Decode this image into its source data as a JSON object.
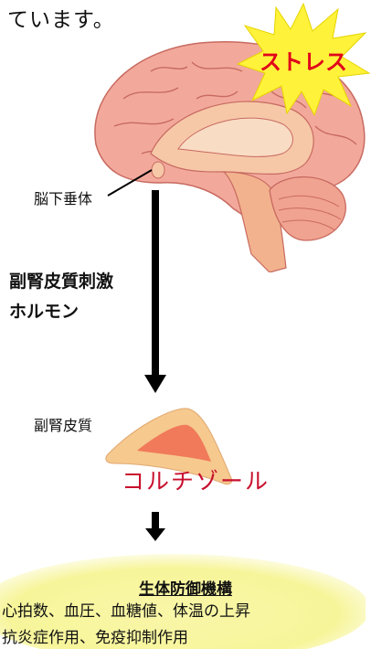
{
  "header": {
    "text": "ています。"
  },
  "stress": {
    "label": "ストレス"
  },
  "pituitary": {
    "label": "脳下垂体"
  },
  "acth": {
    "line1": "副腎皮質刺激",
    "line2": "ホルモン"
  },
  "adrenal_cortex": {
    "label": "副腎皮質"
  },
  "cortisol": {
    "label": "コルチゾール"
  },
  "defense": {
    "title": "生体防御機構",
    "line1": "心拍数、血圧、血糖値、体温の上昇",
    "line2": "抗炎症作用、免疫抑制作用"
  },
  "colors": {
    "brain": "#f2a99c",
    "brain_inner": "#f6c8a8",
    "stress_burst": "#fff23a",
    "stress_text": "#e0001a",
    "cortisol_text": "#c8102e",
    "adrenal_outer": "#f6c98e",
    "adrenal_inner": "#f07a5a",
    "defense_panel": "#f7f59a"
  }
}
